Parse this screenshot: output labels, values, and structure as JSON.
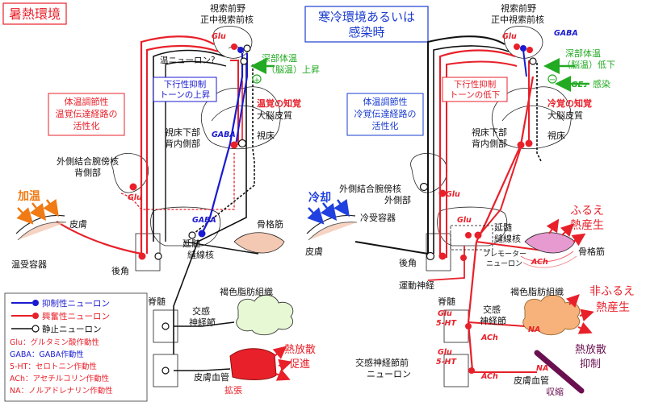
{
  "left_panel": {
    "title": "暑熱環境",
    "preoptic": [
      "視索前野",
      "正中視索前核"
    ],
    "warm_neuron": "温ニューロン?",
    "deep_temp": [
      "深部体温",
      "（脳温）上昇"
    ],
    "descending": [
      "下行性抑制",
      "トーンの上昇"
    ],
    "thermoreg": [
      "体温調節性",
      "温覚伝達経路の",
      "活性化"
    ],
    "warm_perception": "温覚の知覚",
    "cortex": "大脳皮質",
    "thalamus": "視床",
    "dmh": [
      "視床下部",
      "背内側部"
    ],
    "lpb": [
      "外側結合腕傍核",
      "背側部"
    ],
    "heating": "加温",
    "skin": "皮膚",
    "warm_receptor": "温受容器",
    "dorsal_horn": "後角",
    "rmr": [
      "延髄",
      "縫線核"
    ],
    "muscle": "骨格筋",
    "spinal": "脊髄",
    "bat": "褐色脂肪組織",
    "sympathetic": [
      "交感",
      "神経節"
    ],
    "vessel": "皮膚血管",
    "vasodilation": "拡張",
    "heat_loss": [
      "熱放散",
      "促進"
    ]
  },
  "right_panel": {
    "title": [
      "寒冷環境あるいは",
      "感染時"
    ],
    "preoptic": [
      "視索前野",
      "正中視索前核"
    ],
    "deep_temp": [
      "深部体温",
      "（脳温）低下"
    ],
    "infection": "感染",
    "descending": [
      "下行性抑制",
      "トーンの低下"
    ],
    "thermoreg": [
      "体温調節性",
      "冷覚伝達経路の",
      "活性化"
    ],
    "cold_perception": "冷覚の知覚",
    "cortex": "大脳皮質",
    "thalamus": "視床",
    "dmh": [
      "視床下部",
      "背内側部"
    ],
    "lpb": [
      "外側結合腕傍核",
      "外側部"
    ],
    "cooling": "冷却",
    "skin": "皮膚",
    "cold_receptor": "冷受容器",
    "dorsal_horn": "後角",
    "motor_nerve": "運動神経",
    "rmr": [
      "延髄",
      "縫線核"
    ],
    "premotor": [
      "プレモーター",
      "ニューロン"
    ],
    "shivering": [
      "ふるえ",
      "熱産生"
    ],
    "muscle": "骨格筋",
    "spinal": "脊髄",
    "nonshivering": [
      "非ふるえ",
      "熱産生"
    ],
    "bat": "褐色脂肪組織",
    "sympathetic": [
      "交感",
      "神経節"
    ],
    "preganglionic": [
      "交感神経節前",
      "ニューロン"
    ],
    "vessel": "皮膚血管",
    "vasoconstriction": "収縮",
    "heat_loss": [
      "熱放散",
      "抑制"
    ]
  },
  "transmitters": {
    "glu": "Glu",
    "gaba": "GABA",
    "pge2": "PGE₂",
    "ht": "5-HT",
    "ach": "ACh",
    "na": "NA",
    "plus": "+",
    "minus": "−"
  },
  "legend": {
    "inhibitory": "抑制性ニューロン",
    "excitatory": "興奮性ニューロン",
    "resting": "静止ニューロン",
    "glu": "Glu：グルタミン酸作動性",
    "gaba": "GABA：GABA作動性",
    "ht": "5-HT：セロトニン作動性",
    "ach": "ACh：アセチルコリン作動性",
    "na": "NA：ノルアドレナリン作動性"
  },
  "colors": {
    "excitatory": "#e8202a",
    "inhibitory": "#1a1ad0",
    "resting": "#111111",
    "green": "#22aa22",
    "title_left": "#e8202a",
    "title_right": "#1a3cd0",
    "orange": "#f07a14",
    "cool_arrow": "#2040e0"
  }
}
